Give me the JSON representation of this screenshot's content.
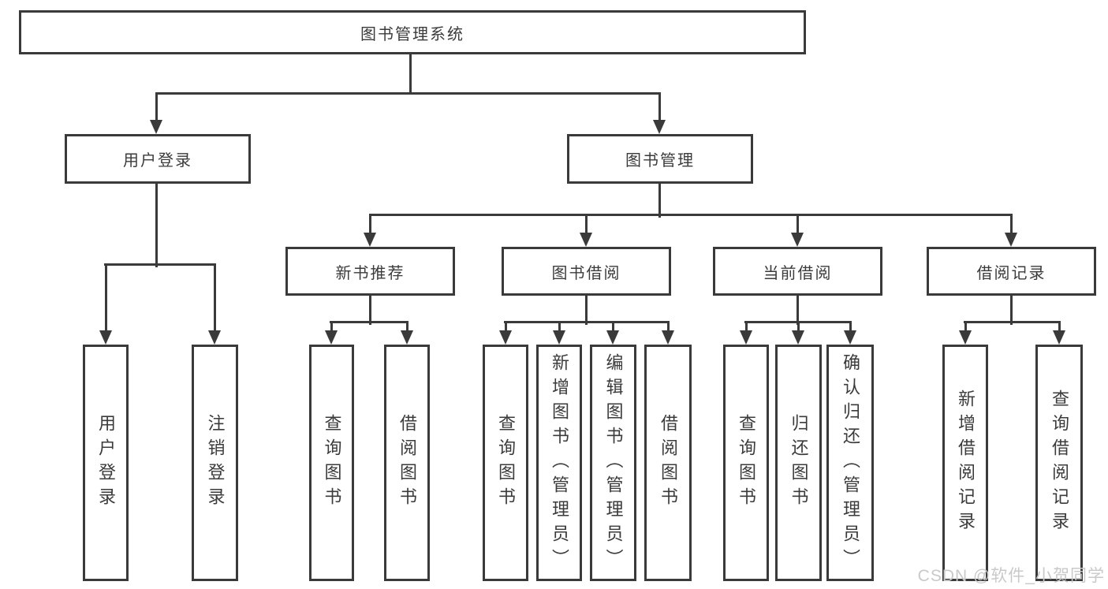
{
  "diagram": {
    "root": {
      "label": "图书管理系统"
    },
    "level1": [
      {
        "label": "用户登录"
      },
      {
        "label": "图书管理"
      }
    ],
    "level2": [
      {
        "label": "新书推荐"
      },
      {
        "label": "图书借阅"
      },
      {
        "label": "当前借阅"
      },
      {
        "label": "借阅记录"
      }
    ],
    "leaves": [
      {
        "label": "用户登录"
      },
      {
        "label": "注销登录"
      },
      {
        "label": "查询图书"
      },
      {
        "label": "借阅图书"
      },
      {
        "label": "查询图书"
      },
      {
        "label": "新增图书（管理员）"
      },
      {
        "label": "编辑图书（管理员）"
      },
      {
        "label": "借阅图书"
      },
      {
        "label": "查询图书"
      },
      {
        "label": "归还图书"
      },
      {
        "label": "确认归还（管理员）"
      },
      {
        "label": "新增借阅记录"
      },
      {
        "label": "查询借阅记录"
      }
    ],
    "colors": {
      "line": "#3a3a3a",
      "text": "#3b3b3b",
      "watermark": "#c9c9c9"
    }
  },
  "watermark": {
    "text": "CSDN @软件_小贺同学"
  }
}
